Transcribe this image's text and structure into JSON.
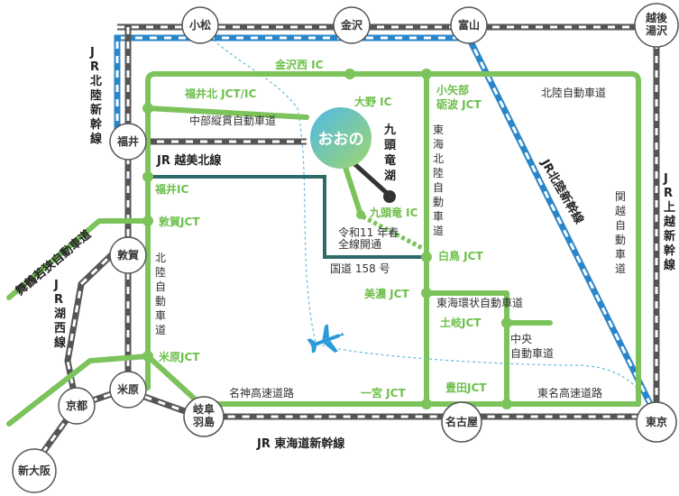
{
  "center": {
    "label": "おおの"
  },
  "lake": {
    "label": "九頭竜湖"
  },
  "stations": {
    "komatsu": "小松",
    "kanazawa": "金沢",
    "toyama": "富山",
    "echigo_yuzawa": "越後湯沢",
    "fukui": "福井",
    "tsuruga": "敦賀",
    "maibara": "米原",
    "kyoto": "京都",
    "shin_osaka": "新大阪",
    "gifu_hashima": "岐阜羽島",
    "nagoya": "名古屋",
    "tokyo": "東京"
  },
  "rail_lines": {
    "hokuriku_shinkansen_left": "JR北陸新幹線",
    "hokuriku_shinkansen_right": "JR北陸新幹線",
    "joetsu_shinkansen": "JR上越新幹線",
    "etsumi_hoku_line": "JR 越美北線",
    "kosei_line": "JR湖西線",
    "tokaido_shinkansen": "JR 東海道新幹線"
  },
  "expressways": {
    "hokuriku": "北陸自動車道",
    "hokuriku_south": "北陸自動車道",
    "chubu_jukan": "中部縦貫自動車道",
    "tokai_hokuriku": "東海北陸自動車道",
    "kanetsu": "関越自動車道",
    "maizuru_wakasa": "舞鶴若狭自動車道",
    "tokai_kanjo": "東海環状自動車道",
    "chuo": "中央自動車道",
    "meishin": "名神高速道路",
    "tomei": "東名高速道路",
    "route158": "国道 158 号"
  },
  "interchanges": {
    "kanazawa_nishi": "金沢西 IC",
    "fukui_kita": "福井北 JCT/IC",
    "ono": "大野 IC",
    "oyabe_tonami": "小矢部砺波 JCT",
    "fukui_ic": "福井IC",
    "kuzuryu": "九頭竜 IC",
    "tsuruga_jct": "敦賀JCT",
    "shirotori": "白鳥 JCT",
    "mino": "美濃 JCT",
    "toki": "土岐JCT",
    "maibara_jct": "米原JCT",
    "ichinomiya": "一宮 JCT",
    "toyota": "豊田JCT"
  },
  "note": {
    "line1": "令和11 年春",
    "line2": "全線開通"
  },
  "colors": {
    "expressway": "#7cc35c",
    "route158": "#2e6a6a",
    "shinkansen_blue": "#2a86c8",
    "rail_dark": "#555555",
    "center_gradient_start": "#6cc6e8",
    "center_gradient_end": "#8fd27a"
  },
  "icons": {
    "airplane": "airplane-icon"
  }
}
